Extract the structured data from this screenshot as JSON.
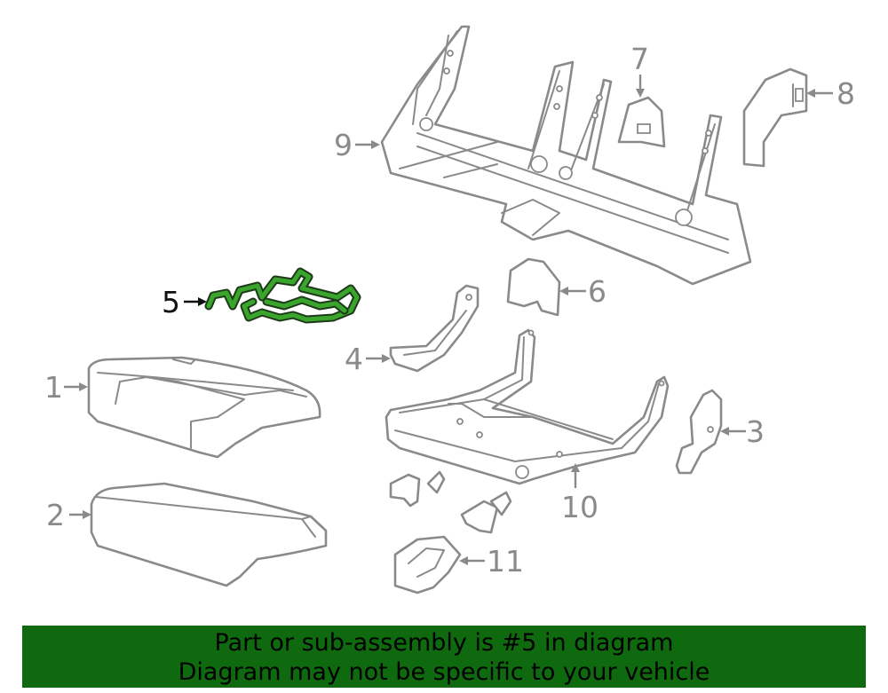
{
  "callouts": [
    {
      "id": "1",
      "label": "1"
    },
    {
      "id": "2",
      "label": "2"
    },
    {
      "id": "3",
      "label": "3"
    },
    {
      "id": "4",
      "label": "4"
    },
    {
      "id": "5",
      "label": "5"
    },
    {
      "id": "6",
      "label": "6"
    },
    {
      "id": "7",
      "label": "7"
    },
    {
      "id": "8",
      "label": "8"
    },
    {
      "id": "9",
      "label": "9"
    },
    {
      "id": "10",
      "label": "10"
    },
    {
      "id": "11",
      "label": "11"
    }
  ],
  "highlighted_part": "5",
  "colors": {
    "highlight_part": "#3aa52c",
    "line_art": "#8a8a8a",
    "banner_background": "#0f6a0f",
    "banner_text": "#000000"
  },
  "banner": {
    "line1": "Part or sub-assembly is #5 in diagram",
    "line2": "Diagram may not be specific to your vehicle"
  }
}
